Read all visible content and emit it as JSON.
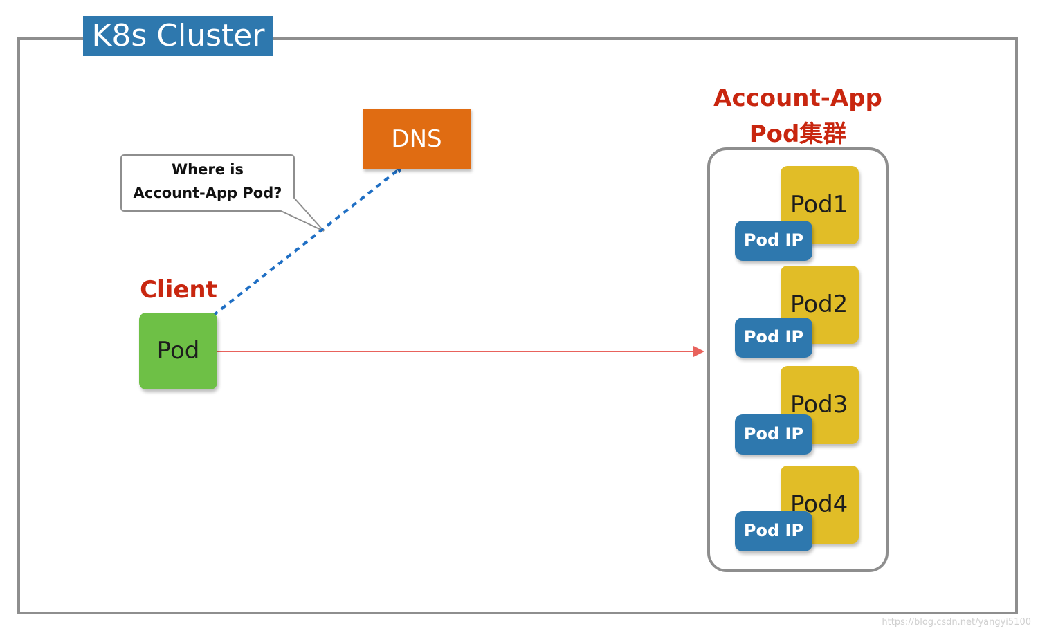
{
  "cluster": {
    "label": "K8s Cluster"
  },
  "dns": {
    "label": "DNS"
  },
  "client": {
    "title": "Client",
    "pod_label": "Pod"
  },
  "speech_bubble": {
    "line1": "Where is",
    "line2": "Account-App Pod?"
  },
  "pod_group": {
    "title_line1": "Account-App",
    "title_line2": "Pod集群",
    "pods": [
      {
        "name": "Pod1",
        "ip_label": "Pod IP"
      },
      {
        "name": "Pod2",
        "ip_label": "Pod IP"
      },
      {
        "name": "Pod3",
        "ip_label": "Pod IP"
      },
      {
        "name": "Pod4",
        "ip_label": "Pod IP"
      }
    ]
  },
  "watermark": "https://blog.csdn.net/yangyi5100",
  "colors": {
    "cluster_label_bg": "#2e78ae",
    "dns_bg": "#e06c12",
    "client_pod_bg": "#6ec046",
    "pod_bg": "#e1bd27",
    "pod_ip_bg": "#2e78ae",
    "title_red": "#c8260f",
    "dns_query_arrow": "#1f6fc4",
    "request_arrow": "#e8625c",
    "border_gray": "#8e8e8e"
  }
}
